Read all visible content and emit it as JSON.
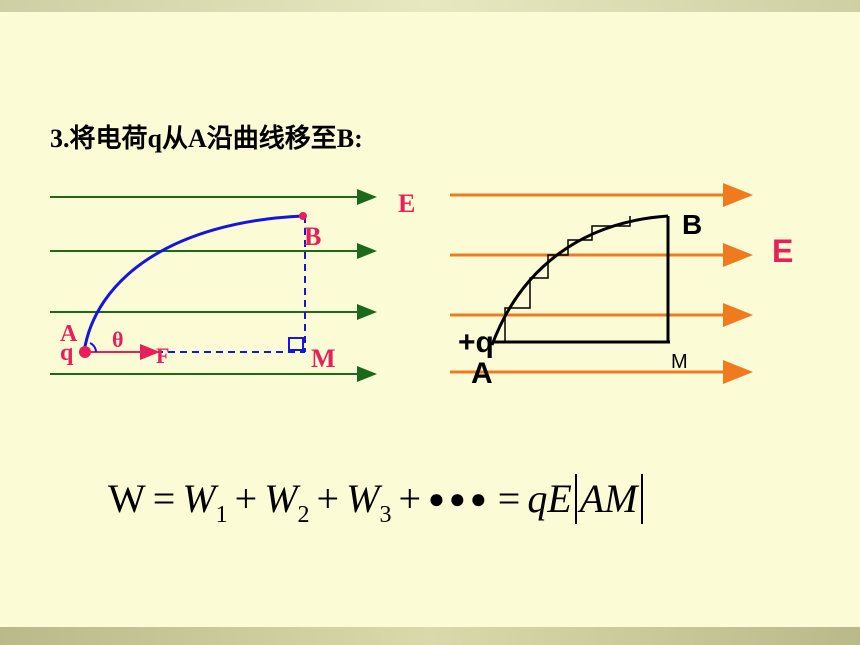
{
  "title": "3.将电荷q从A沿曲线移至B:",
  "left_diagram": {
    "field_label": "E",
    "point_a": "A",
    "point_b": "B",
    "point_m": "M",
    "charge_label": "q",
    "angle_label": "θ",
    "force_label": "F"
  },
  "right_diagram": {
    "field_label": "E",
    "point_a": "A",
    "point_b": "B",
    "point_m": "M",
    "charge_label": "+q"
  },
  "formula": {
    "lhs": "W",
    "eq": "=",
    "w": "W",
    "sub1": "1",
    "sub2": "2",
    "sub3": "3",
    "plus": "+",
    "dots": "●●●",
    "qe": "qE",
    "am": "AM"
  },
  "colors": {
    "background": "#fbfbd6",
    "left_field_lines": "#1a6a1a",
    "right_field_lines": "#f07a1e",
    "curve": "#1515e0",
    "label_red": "#e8205a",
    "dashed": "#1515e0"
  }
}
